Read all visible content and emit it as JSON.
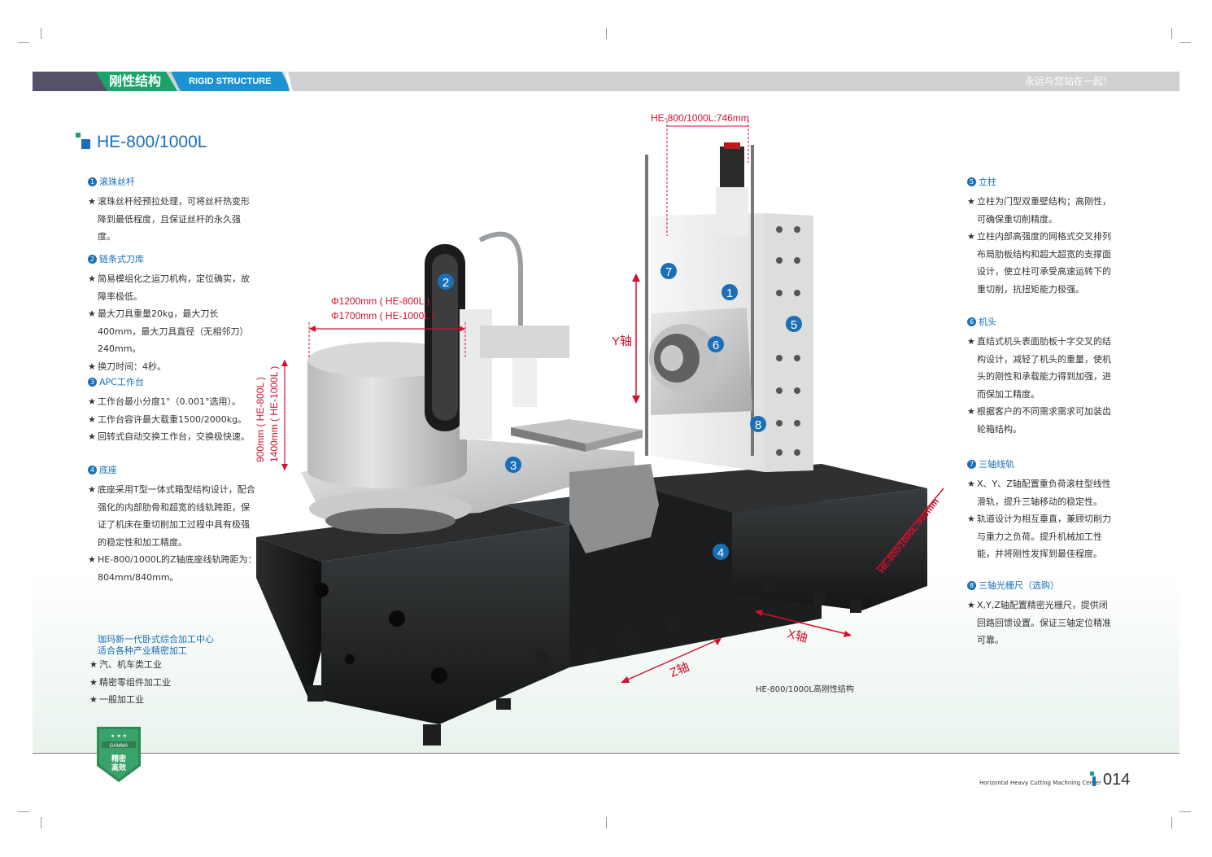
{
  "header": {
    "title_cn": "刚性结构",
    "title_en": "RIGID STRUCTURE",
    "slogan": "永远与您站在一起！"
  },
  "model": "HE-800/1000L",
  "features_left": [
    {
      "num": "1",
      "title": "滚珠丝杆",
      "items": [
        "滚珠丝杆经预拉处理，可将丝杆热变形降到最低程度，且保证丝杆的永久强度。"
      ]
    },
    {
      "num": "2",
      "title": "链条式刀库",
      "items": [
        "简易模组化之运刀机构，定位确实，故障率极低。",
        "最大刀具重量20kg，最大刀长400mm，最大刀具直径（无相邻刀）240mm。",
        "换刀时间：4秒。"
      ]
    },
    {
      "num": "3",
      "title": "APC工作台",
      "items": [
        "工作台最小分度1°（0.001°选用）。",
        "工作台容许最大载重1500/2000kg。",
        "回转式自动交换工作台，交换极快速。"
      ]
    },
    {
      "num": "4",
      "title": "底座",
      "items": [
        "底座采用T型一体式箱型结构设计，配合强化的内部肋骨和超宽的线轨跨距，保证了机床在重切削加工过程中具有极强的稳定性和加工精度。",
        "HE-800/1000L的Z轴底座线轨跨距为：804mm/840mm。"
      ]
    }
  ],
  "features_right": [
    {
      "num": "5",
      "title": "立柱",
      "items": [
        "立柱为门型双重壁结构；高刚性，可确保重切削精度。",
        "立柱内部高强度的网格式交叉排列布局肋板结构和超大超宽的支撑面设计，使立柱可承受高速运转下的重切削，抗扭矩能力极强。"
      ]
    },
    {
      "num": "6",
      "title": "机头",
      "items": [
        "直结式机头表面肋板十字交叉的结构设计，减轻了机头的重量，使机头的刚性和承载能力得到加强，进而保加工精度。",
        "根据客户的不同需求需求可加装齿轮箱结构。"
      ]
    },
    {
      "num": "7",
      "title": "三轴线轨",
      "items": [
        "X、Y、Z轴配置重负荷滚柱型线性滑轨，提升三轴移动的稳定性。",
        "轨道设计为相互垂直，兼顾切削力与重力之负荷。提升机械加工性能，并将刚性发挥到最佳程度。"
      ]
    },
    {
      "num": "8",
      "title": "三轴光栅尺（选购）",
      "items": [
        "X,Y,Z轴配置精密光栅尺，提供闭回路回馈设置。保证三轴定位精准可靠。"
      ]
    }
  ],
  "industry": {
    "heading1": "珈玛新一代卧式综合加工中心",
    "heading2": "适合各种产业精密加工",
    "items": [
      "汽、机车类工业",
      "精密零组件加工业",
      "一般加工业"
    ]
  },
  "badge": {
    "brand": "GAMMA",
    "text1": "精密",
    "text2": "高效"
  },
  "diagram": {
    "top_dim": "HE-800/1000L:746mm",
    "dia1": "Φ1200mm ( HE-800L )",
    "dia2": "Φ1700mm ( HE-1000L )",
    "height1": "900mm ( HE-800L )",
    "height2": "1400mm ( HE-1000L )",
    "y_axis": "Y轴",
    "x_axis": "X轴",
    "z_axis": "Z轴",
    "x_travel": "HE-800/1000L:900mm",
    "markers": [
      "1",
      "2",
      "3",
      "4",
      "5",
      "6",
      "7",
      "8"
    ]
  },
  "caption": "HE-800/1000L高刚性结构",
  "footer": {
    "subtitle": "Horizontal Heavy Cutting Machning Center",
    "page": "014"
  },
  "colors": {
    "accent_blue": "#1b6fb7",
    "accent_green": "#1aa36a",
    "dimension_red": "#d0112b",
    "header_gray": "#cfd1d3"
  }
}
